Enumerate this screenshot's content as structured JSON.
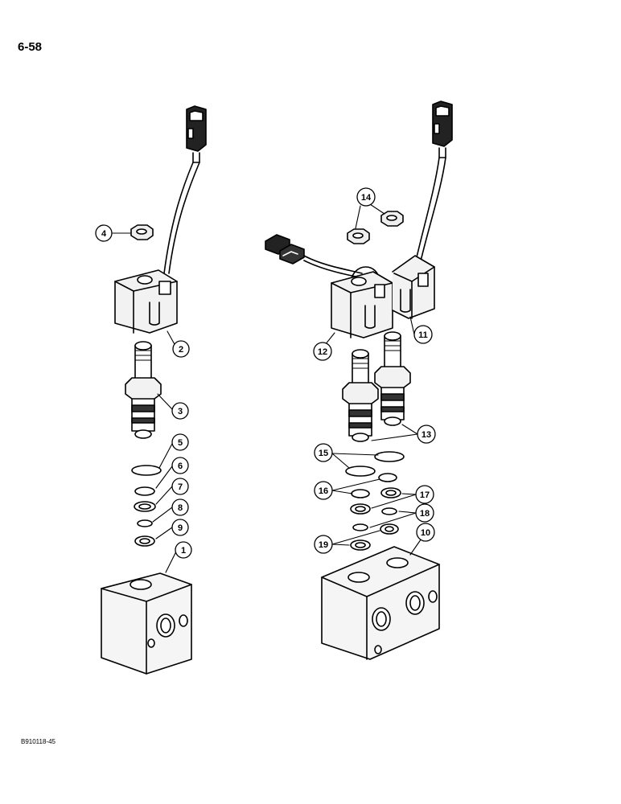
{
  "page_number": "6-58",
  "figure_code": "B910118-45",
  "callouts": [
    {
      "id": "c1",
      "label": "1"
    },
    {
      "id": "c2",
      "label": "2"
    },
    {
      "id": "c3",
      "label": "3"
    },
    {
      "id": "c4",
      "label": "4"
    },
    {
      "id": "c5",
      "label": "5"
    },
    {
      "id": "c6",
      "label": "6"
    },
    {
      "id": "c7",
      "label": "7"
    },
    {
      "id": "c8",
      "label": "8"
    },
    {
      "id": "c9",
      "label": "9"
    },
    {
      "id": "c10",
      "label": "10"
    },
    {
      "id": "c11",
      "label": "11"
    },
    {
      "id": "c12",
      "label": "12"
    },
    {
      "id": "c13",
      "label": "13"
    },
    {
      "id": "c14",
      "label": "14"
    },
    {
      "id": "c15",
      "label": "15"
    },
    {
      "id": "c16",
      "label": "16"
    },
    {
      "id": "c17",
      "label": "17"
    },
    {
      "id": "c18",
      "label": "18"
    },
    {
      "id": "c19",
      "label": "19"
    }
  ]
}
